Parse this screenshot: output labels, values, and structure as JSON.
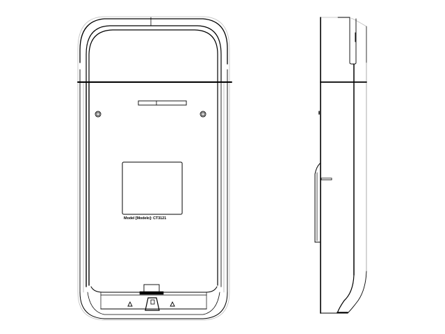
{
  "drawing": {
    "front_view": {
      "model_label": "Model [Modelo]: CT3121",
      "warning_symbols": [
        "triangle",
        "triangle"
      ]
    },
    "side_view": {}
  },
  "colors": {
    "line": "#000000",
    "light_line": "#9a9a9a",
    "background": "#ffffff"
  }
}
